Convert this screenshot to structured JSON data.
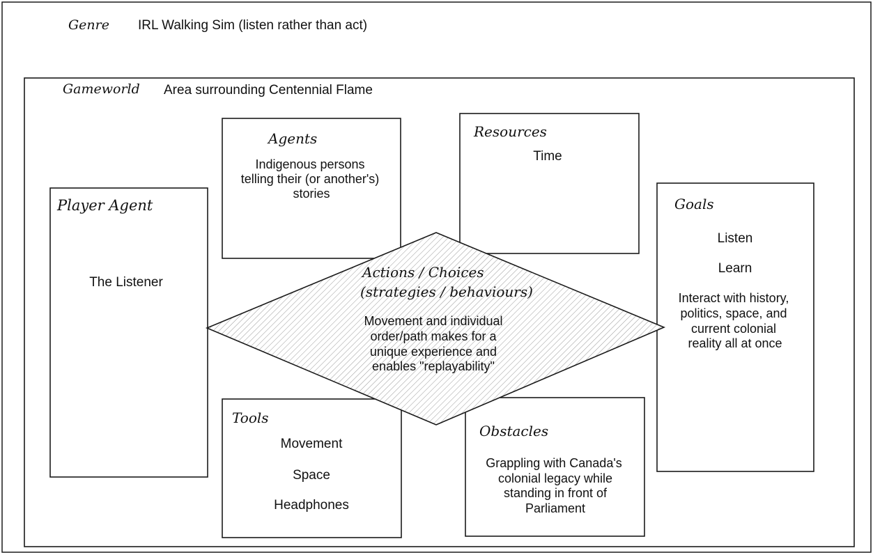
{
  "genre": {
    "label": "Genre",
    "value": "IRL Walking Sim (listen rather than act)"
  },
  "gameworld": {
    "label": "Gameworld",
    "value": "Area surrounding Centennial Flame"
  },
  "agents": {
    "title": "Agents",
    "lines": [
      "Indigenous persons",
      "telling their (or another's)",
      "stories"
    ]
  },
  "resources": {
    "title": "Resources",
    "lines": [
      "Time"
    ]
  },
  "player_agent": {
    "title": "Player Agent",
    "lines": [
      "The Listener"
    ]
  },
  "goals": {
    "title": "Goals",
    "items": [
      "Listen",
      "Learn"
    ],
    "lines": [
      "Interact with history,",
      "politics, space, and",
      "current colonial",
      "reality all at once"
    ]
  },
  "actions": {
    "title_lines": [
      "Actions / Choices",
      "(strategies / behaviours)"
    ],
    "lines": [
      "Movement and individual",
      "order/path makes for a",
      "unique experience and",
      "enables \"replayability\""
    ]
  },
  "tools": {
    "title": "Tools",
    "items": [
      "Movement",
      "Space",
      "Headphones"
    ]
  },
  "obstacles": {
    "title": "Obstacles",
    "lines": [
      "Grappling with Canada's",
      "colonial legacy while",
      "standing in front of",
      "Parliament"
    ]
  }
}
